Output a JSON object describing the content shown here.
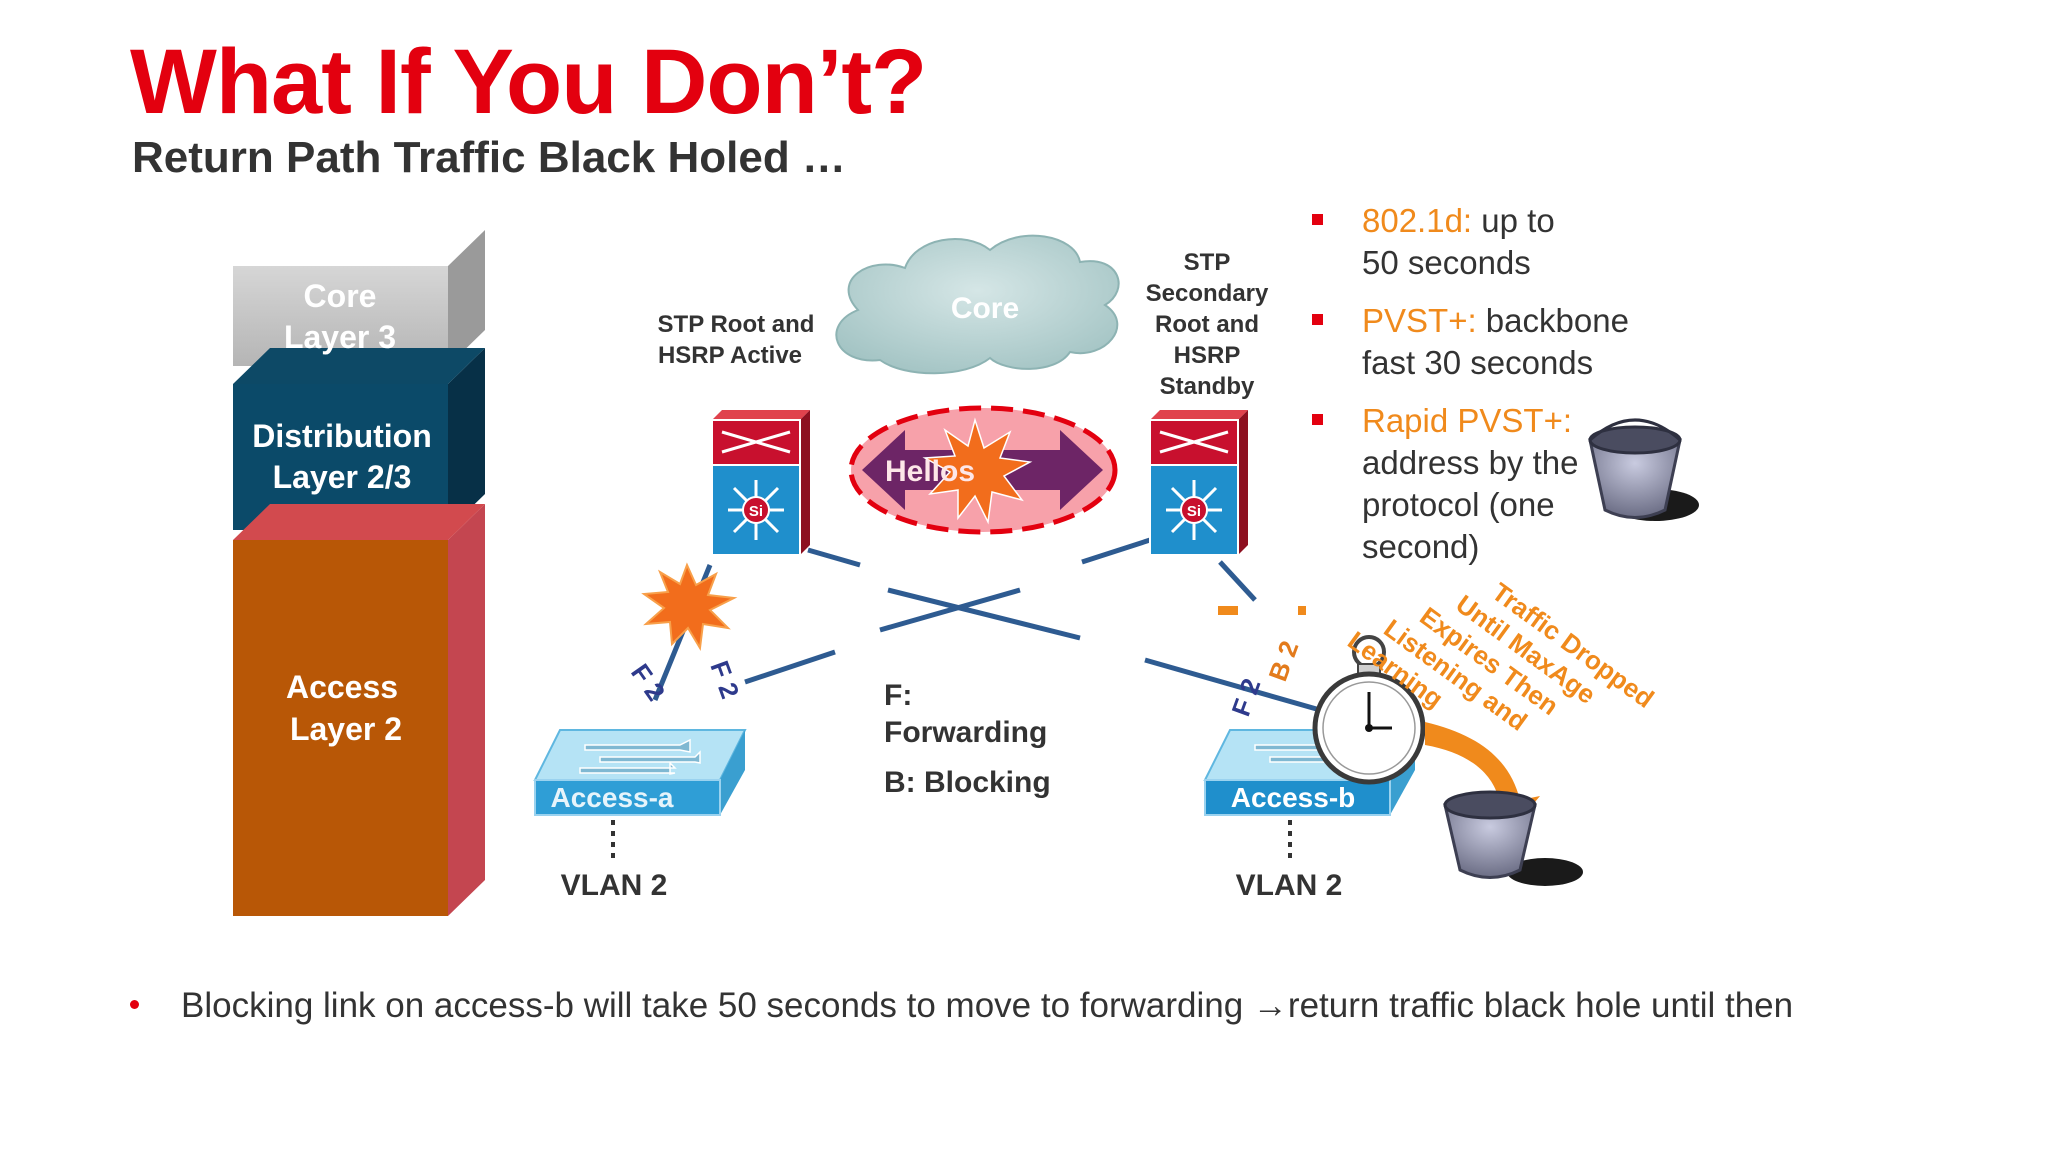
{
  "title": "What If You Don’t?",
  "subtitle": "Return Path Traffic Black Holed …",
  "layers": [
    {
      "line1": "Core",
      "line2": "Layer 3"
    },
    {
      "line1": "Distribution",
      "line2": "Layer 2/3"
    },
    {
      "line1": "Access",
      "line2": "Layer 2"
    }
  ],
  "diagram": {
    "core_cloud": "Core",
    "hellos": "Hellos",
    "stp_root": {
      "line1": "STP Root and",
      "line2": "HSRP Active"
    },
    "stp_secondary": {
      "line1": "STP",
      "line2": "Secondary",
      "line3": "Root and",
      "line4": "HSRP",
      "line5": "Standby"
    },
    "switch_label": "Si",
    "access_a": "Access-a",
    "access_b": "Access-b",
    "vlan_a": "VLAN 2",
    "vlan_b": "VLAN 2",
    "legend_f": "F:",
    "legend_forwarding": "Forwarding",
    "legend_b": "B: Blocking",
    "port_a1": "F 2",
    "port_a2": "F 2",
    "port_b1": "F 2",
    "port_b2": "B 2",
    "dropped": [
      "Traffic Dropped",
      "Until MaxAge",
      "Expires Then",
      "Listening and",
      "Learning"
    ]
  },
  "bullets": [
    {
      "highlight": "802.1d:",
      "text1": " up to",
      "text2": "50 seconds"
    },
    {
      "highlight": "PVST+:",
      "text1": " backbone",
      "text2": "fast 30 seconds"
    },
    {
      "highlight": "Rapid PVST+:",
      "text2": "address by the",
      "text3": "protocol (one",
      "text4": "second)"
    }
  ],
  "footer": "Blocking link on access-b will take 50 seconds to move to forwarding →return traffic black hole until then",
  "colors": {
    "title": "#e3000f",
    "highlight": "#f08a1c",
    "link": "#2e5b91",
    "switch_blue": "#1f8fcc",
    "switch_red": "#c8102e"
  }
}
